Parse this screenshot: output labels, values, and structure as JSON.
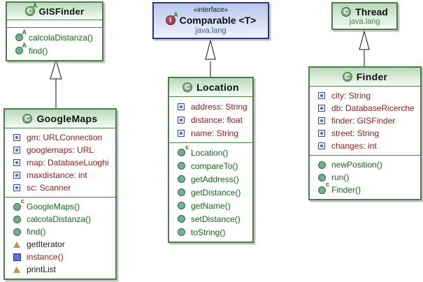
{
  "icons": {
    "class_glyph": "C",
    "interface_glyph": "I",
    "abstract_mark": "A",
    "constructor_mark": "c"
  },
  "colors": {
    "class_border": "#4d7d4d",
    "class_header_top": "#b9dab9",
    "class_header_bottom": "#f6fbf6",
    "interface_border": "#2e3b72",
    "interface_header_top": "#bac7ec",
    "interface_header_bottom": "#eef3fc",
    "field_text": "#8b1c1c",
    "method_text": "#156615",
    "static_method_text": "#8b1c1c",
    "package_text_green": "#3f8a3f",
    "package_text_blue": "#3a55b0",
    "edge": "#111111"
  },
  "classes": {
    "gisfinder": {
      "title": "GISFinder",
      "methods": [
        "calcolaDistanza()",
        "find()"
      ]
    },
    "comparable": {
      "stereotype": "«interface»",
      "title": "Comparable <T>",
      "package": "java.lang"
    },
    "thread": {
      "title": "Thread",
      "package": "java.lang"
    },
    "googlemaps": {
      "title": "GoogleMaps",
      "fields": [
        "gm: URLConnection",
        "googlemaps: URL",
        "map: DatabaseLuoghi",
        "maxdistance: int",
        "sc: Scanner"
      ],
      "methods": [
        "GoogleMaps()",
        "calcolaDistanza()",
        "find()",
        "getIterator",
        "instance()",
        "printList"
      ]
    },
    "location": {
      "title": "Location",
      "fields": [
        "address: String",
        "distance: float",
        "name: String"
      ],
      "methods": [
        "Location()",
        "compareTo()",
        "getAddress()",
        "getDistance()",
        "getName()",
        "setDistance()",
        "toString()"
      ]
    },
    "finder": {
      "title": "Finder",
      "fields": [
        "city: String",
        "db: DatabaseRicerche",
        "finder: GISFinder",
        "street: String",
        "changes: int"
      ],
      "methods": [
        "newPosition()",
        "run()",
        "Finder()"
      ]
    }
  }
}
